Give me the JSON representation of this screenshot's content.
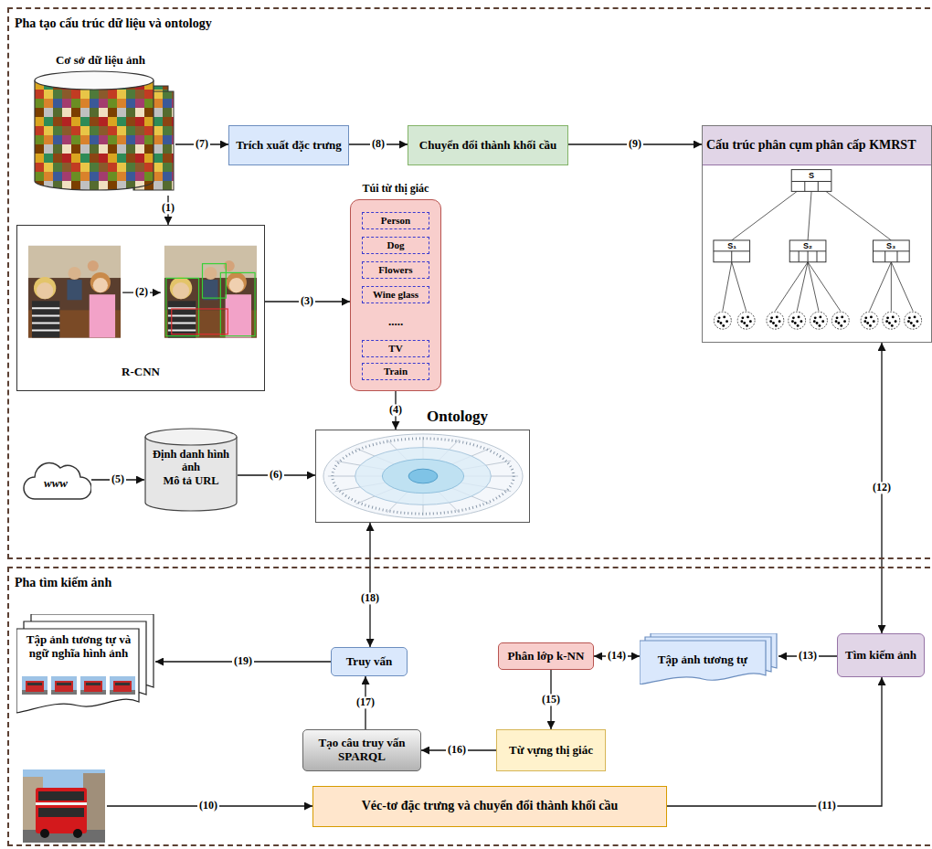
{
  "diagram": {
    "nodes": [
      {
        "text": [
          "Pha tạo cấu trúc dữ liệu và ontology"
        ]
      },
      {
        "text": [
          "Cơ sở dữ liệu ảnh"
        ],
        "in": 0
      },
      {
        "text": [
          "Trích xuất đặc trưng"
        ],
        "in": 0
      },
      {
        "text": [
          "Chuyển đổi thành khối cầu"
        ],
        "in": 0
      },
      {
        "text": [
          "Cấu trúc phân cụm phân cấp KMRST"
        ],
        "in": 0
      },
      {
        "text": [
          "R-CNN"
        ],
        "in": 0
      },
      {
        "text": [
          "Túi từ thị giác"
        ],
        "in": 0
      },
      {
        "text": [
          "Person"
        ],
        "in": 6
      },
      {
        "text": [
          "Dog"
        ],
        "in": 6
      },
      {
        "text": [
          "Flowers"
        ],
        "in": 6
      },
      {
        "text": [
          "Wine glass"
        ],
        "in": 6
      },
      {
        "text": [
          "TV"
        ],
        "in": 6
      },
      {
        "text": [
          "Train"
        ],
        "in": 6
      },
      {
        "text": [
          "Ontology"
        ],
        "in": 0
      },
      {
        "text": [
          "www"
        ],
        "in": 0
      },
      {
        "text": [
          "Định danh hình ảnh",
          "Mô tả URL"
        ],
        "in": 0
      },
      {
        "text": [
          "Pha tìm kiếm ảnh"
        ]
      },
      {
        "text": [
          "Tập ảnh tương tự và ngữ nghĩa hình ảnh"
        ],
        "in": 16
      },
      {
        "text": [
          "Truy vấn"
        ],
        "in": 16
      },
      {
        "text": [
          "Phân lớp k-NN"
        ],
        "in": 16
      },
      {
        "text": [
          "Tập ảnh tương tự"
        ],
        "in": 16
      },
      {
        "text": [
          "Tìm kiếm ảnh"
        ],
        "in": 16
      },
      {
        "text": [
          "Từ vựng thị giác"
        ],
        "in": 16
      },
      {
        "text": [
          "Tạo câu truy vấn SPARQL"
        ],
        "in": 16
      },
      {
        "text": [
          "Véc-tơ đặc trưng và chuyển đổi thành khối cầu"
        ],
        "in": 16
      }
    ],
    "edges": [
      {
        "from": 1,
        "to": 5,
        "arrow": "to",
        "label": "(1)"
      },
      {
        "from": 5,
        "to": 6,
        "arrow": "to",
        "label": "(3)"
      },
      {
        "from": 6,
        "to": 13,
        "arrow": "to",
        "label": "(4)"
      },
      {
        "from": 14,
        "to": 15,
        "arrow": "to",
        "label": "(5)"
      },
      {
        "from": 15,
        "to": 13,
        "arrow": "to",
        "label": "(6)"
      },
      {
        "from": 1,
        "to": 2,
        "arrow": "to",
        "label": "(7)"
      },
      {
        "from": 2,
        "to": 3,
        "arrow": "to",
        "label": "(8)"
      },
      {
        "from": 3,
        "to": 4,
        "arrow": "to",
        "label": "(9)"
      },
      {
        "from": 24,
        "to": 21,
        "arrow": "to",
        "label": "(11)"
      },
      {
        "from": 21,
        "to": 4,
        "arrow": "both",
        "label": "(12)"
      },
      {
        "from": 21,
        "to": 20,
        "arrow": "to",
        "label": "(13)"
      },
      {
        "from": 19,
        "to": 20,
        "arrow": "both",
        "label": "(14)"
      },
      {
        "from": 19,
        "to": 22,
        "arrow": "to",
        "label": "(15)"
      },
      {
        "from": 22,
        "to": 23,
        "arrow": "to",
        "label": "(16)"
      },
      {
        "from": 23,
        "to": 18,
        "arrow": "to",
        "label": "(17)"
      },
      {
        "from": 18,
        "to": 13,
        "arrow": "both",
        "label": "(18)"
      },
      {
        "from": 18,
        "to": 17,
        "arrow": "to",
        "label": "(19)"
      }
    ],
    "labels": [
      "(2)",
      "(10)",
      "S",
      "S₁",
      "S₂",
      "S₃",
      "....."
    ]
  }
}
